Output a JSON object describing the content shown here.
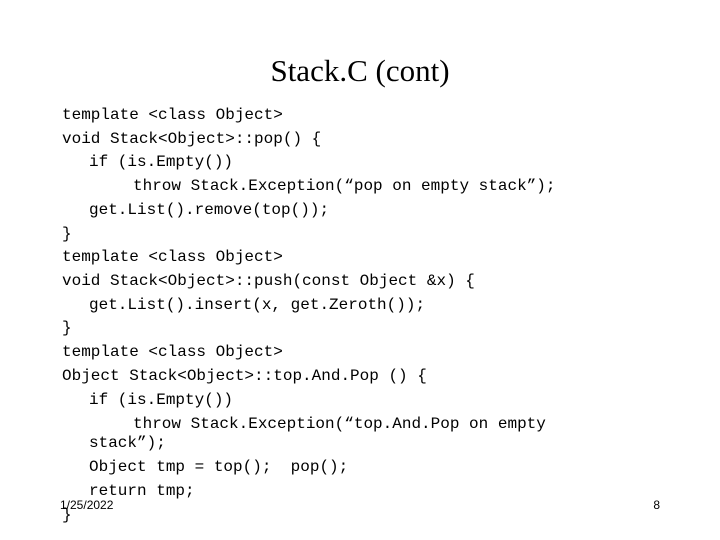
{
  "slide": {
    "title": "Stack.C (cont)",
    "code_lines": [
      "template <class Object>",
      "void Stack<Object>::pop() {",
      "if (is.Empty())",
      "throw Stack.Exception(“pop on empty stack”);",
      "get.List().remove(top());",
      "}",
      "template <class Object>",
      "void Stack<Object>::push(const Object &x) {",
      "get.List().insert(x, get.Zeroth());",
      "}",
      "template <class Object>",
      "Object Stack<Object>::top.And.Pop () {",
      "if (is.Empty())",
      "throw Stack.Exception(“top.And.Pop on empty",
      "stack”);",
      "Object tmp = top();  pop();",
      "return tmp;",
      "}"
    ],
    "footer": {
      "date": "1/25/2022",
      "page_number": "8"
    }
  }
}
